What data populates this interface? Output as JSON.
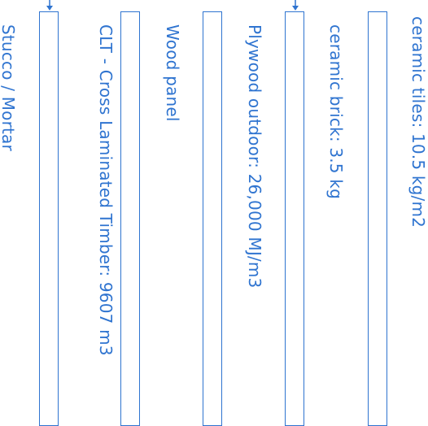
{
  "labels": {
    "col1": "Stucco / Mortar",
    "col2": "CLT - Cross Laminated Timber: 9607 m3",
    "col3": "Wood panel",
    "col4": "Plywood outdoor: 26,000 MJ/m3",
    "col5": "ceramic brick: 3.5 kg",
    "col6": "ceramic tiles: 10.5 kg/m2"
  },
  "colors": {
    "accent": "#2f74d0"
  }
}
